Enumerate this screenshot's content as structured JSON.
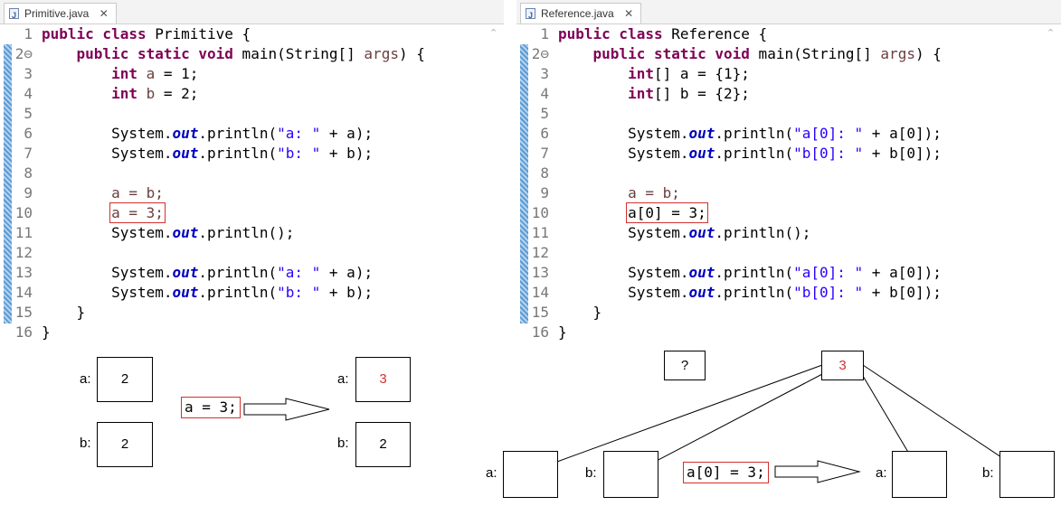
{
  "left_editor": {
    "tab_title": "Primitive.java",
    "lines": [
      {
        "n": "1",
        "text": ""
      },
      {
        "n": "2⊖",
        "text": ""
      },
      {
        "n": "3",
        "text": ""
      },
      {
        "n": "4",
        "text": ""
      },
      {
        "n": "5",
        "text": ""
      },
      {
        "n": "6",
        "text": ""
      },
      {
        "n": "7",
        "text": ""
      },
      {
        "n": "8",
        "text": ""
      },
      {
        "n": "9",
        "text": ""
      },
      {
        "n": "10",
        "text": ""
      },
      {
        "n": "11",
        "text": ""
      },
      {
        "n": "12",
        "text": ""
      },
      {
        "n": "13",
        "text": ""
      },
      {
        "n": "14",
        "text": ""
      },
      {
        "n": "15",
        "text": ""
      },
      {
        "n": "16",
        "text": ""
      }
    ],
    "code": {
      "l1_kw": "public class",
      "l1_rest": " Primitive {",
      "l2_kw": "public static void",
      "l2_rest": " main(String[] ",
      "l2_args": "args",
      "l2_end": ") {",
      "l3_kw": "int",
      "l3_var": "a",
      "l3_rest": " = 1;",
      "l4_kw": "int",
      "l4_var": "b",
      "l4_rest": " = 2;",
      "sys": "System.",
      "out": "out",
      "println": ".println(",
      "l6_str": "\"a: \"",
      "l6_rest": " + a);",
      "l7_str": "\"b: \"",
      "l7_rest": " + b);",
      "l9": "a = b;",
      "l10": "a = 3;",
      "l11_rest": ".println();",
      "l13_str": "\"a: \"",
      "l13_rest": " + a);",
      "l14_str": "\"b: \"",
      "l14_rest": " + b);",
      "l15": "}",
      "l16": "}"
    }
  },
  "right_editor": {
    "tab_title": "Reference.java",
    "code": {
      "l1_kw": "public class",
      "l1_rest": " Reference {",
      "l2_kw": "public static void",
      "l2_rest": " main(String[] ",
      "l2_args": "args",
      "l2_end": ") {",
      "l3_kw": "int",
      "l3_rest": "[] a = {1};",
      "l4_kw": "int",
      "l4_rest": "[] b = {2};",
      "l6_str": "\"a[0]: \"",
      "l6_rest": " + a[0]);",
      "l7_str": "\"b[0]: \"",
      "l7_rest": " + b[0]);",
      "l9": "a = b;",
      "l10": "a[0] = 3;",
      "l13_str": "\"a[0]: \"",
      "l13_rest": " + a[0]);",
      "l14_str": "\"b[0]: \"",
      "l14_rest": " + b[0]);"
    }
  },
  "diagram": {
    "left": {
      "a_label": "a:",
      "a_before": "2",
      "b_label": "b:",
      "b_before": "2",
      "statement": "a = 3;",
      "a_after_label": "a:",
      "a_after": "3",
      "b_after_label": "b:",
      "b_after": "2"
    },
    "right": {
      "unknown": "?",
      "shared_value": "3",
      "a_label": "a:",
      "b_label": "b:",
      "statement": "a[0] = 3;",
      "a_after_label": "a:",
      "b_after_label": "b:"
    }
  }
}
